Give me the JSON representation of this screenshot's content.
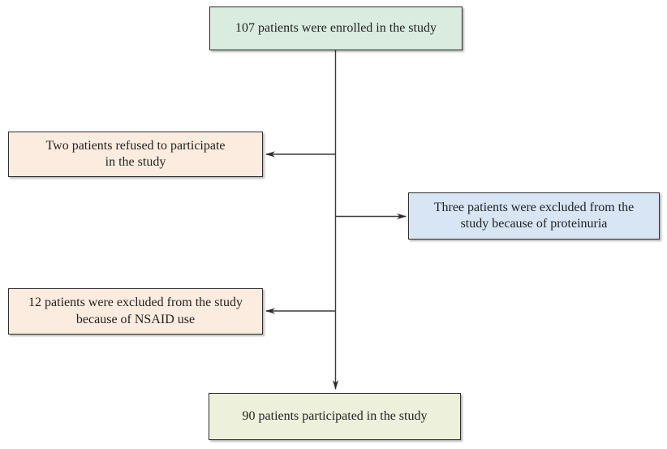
{
  "diagram": {
    "type": "flowchart",
    "background_color": "#ffffff",
    "line_color": "#3a3a3a",
    "arrowhead_color": "#2a2a2a",
    "border_color": "#2e2e2e",
    "text_color": "#222222",
    "nodes": [
      {
        "id": "enrolled",
        "bg": "#d9ecdf",
        "lines": [
          "107 patients were enrolled in the study"
        ]
      },
      {
        "id": "refused",
        "bg": "#fcecdf",
        "lines": [
          "Two patients refused to participate",
          "in the study"
        ]
      },
      {
        "id": "proteinuria",
        "bg": "#d7e5f5",
        "lines": [
          "Three patients were excluded from the",
          "study because of proteinuria"
        ]
      },
      {
        "id": "nsaid",
        "bg": "#fcecdf",
        "lines": [
          "12 patients were excluded from the study",
          "because of NSAID use"
        ]
      },
      {
        "id": "participated",
        "bg": "#edf0da",
        "lines": [
          "90 patients participated in the study"
        ]
      }
    ],
    "edges": [
      {
        "from": "enrolled",
        "to": "refused"
      },
      {
        "from": "enrolled",
        "to": "proteinuria"
      },
      {
        "from": "enrolled",
        "to": "nsaid"
      },
      {
        "from": "enrolled",
        "to": "participated"
      }
    ]
  }
}
